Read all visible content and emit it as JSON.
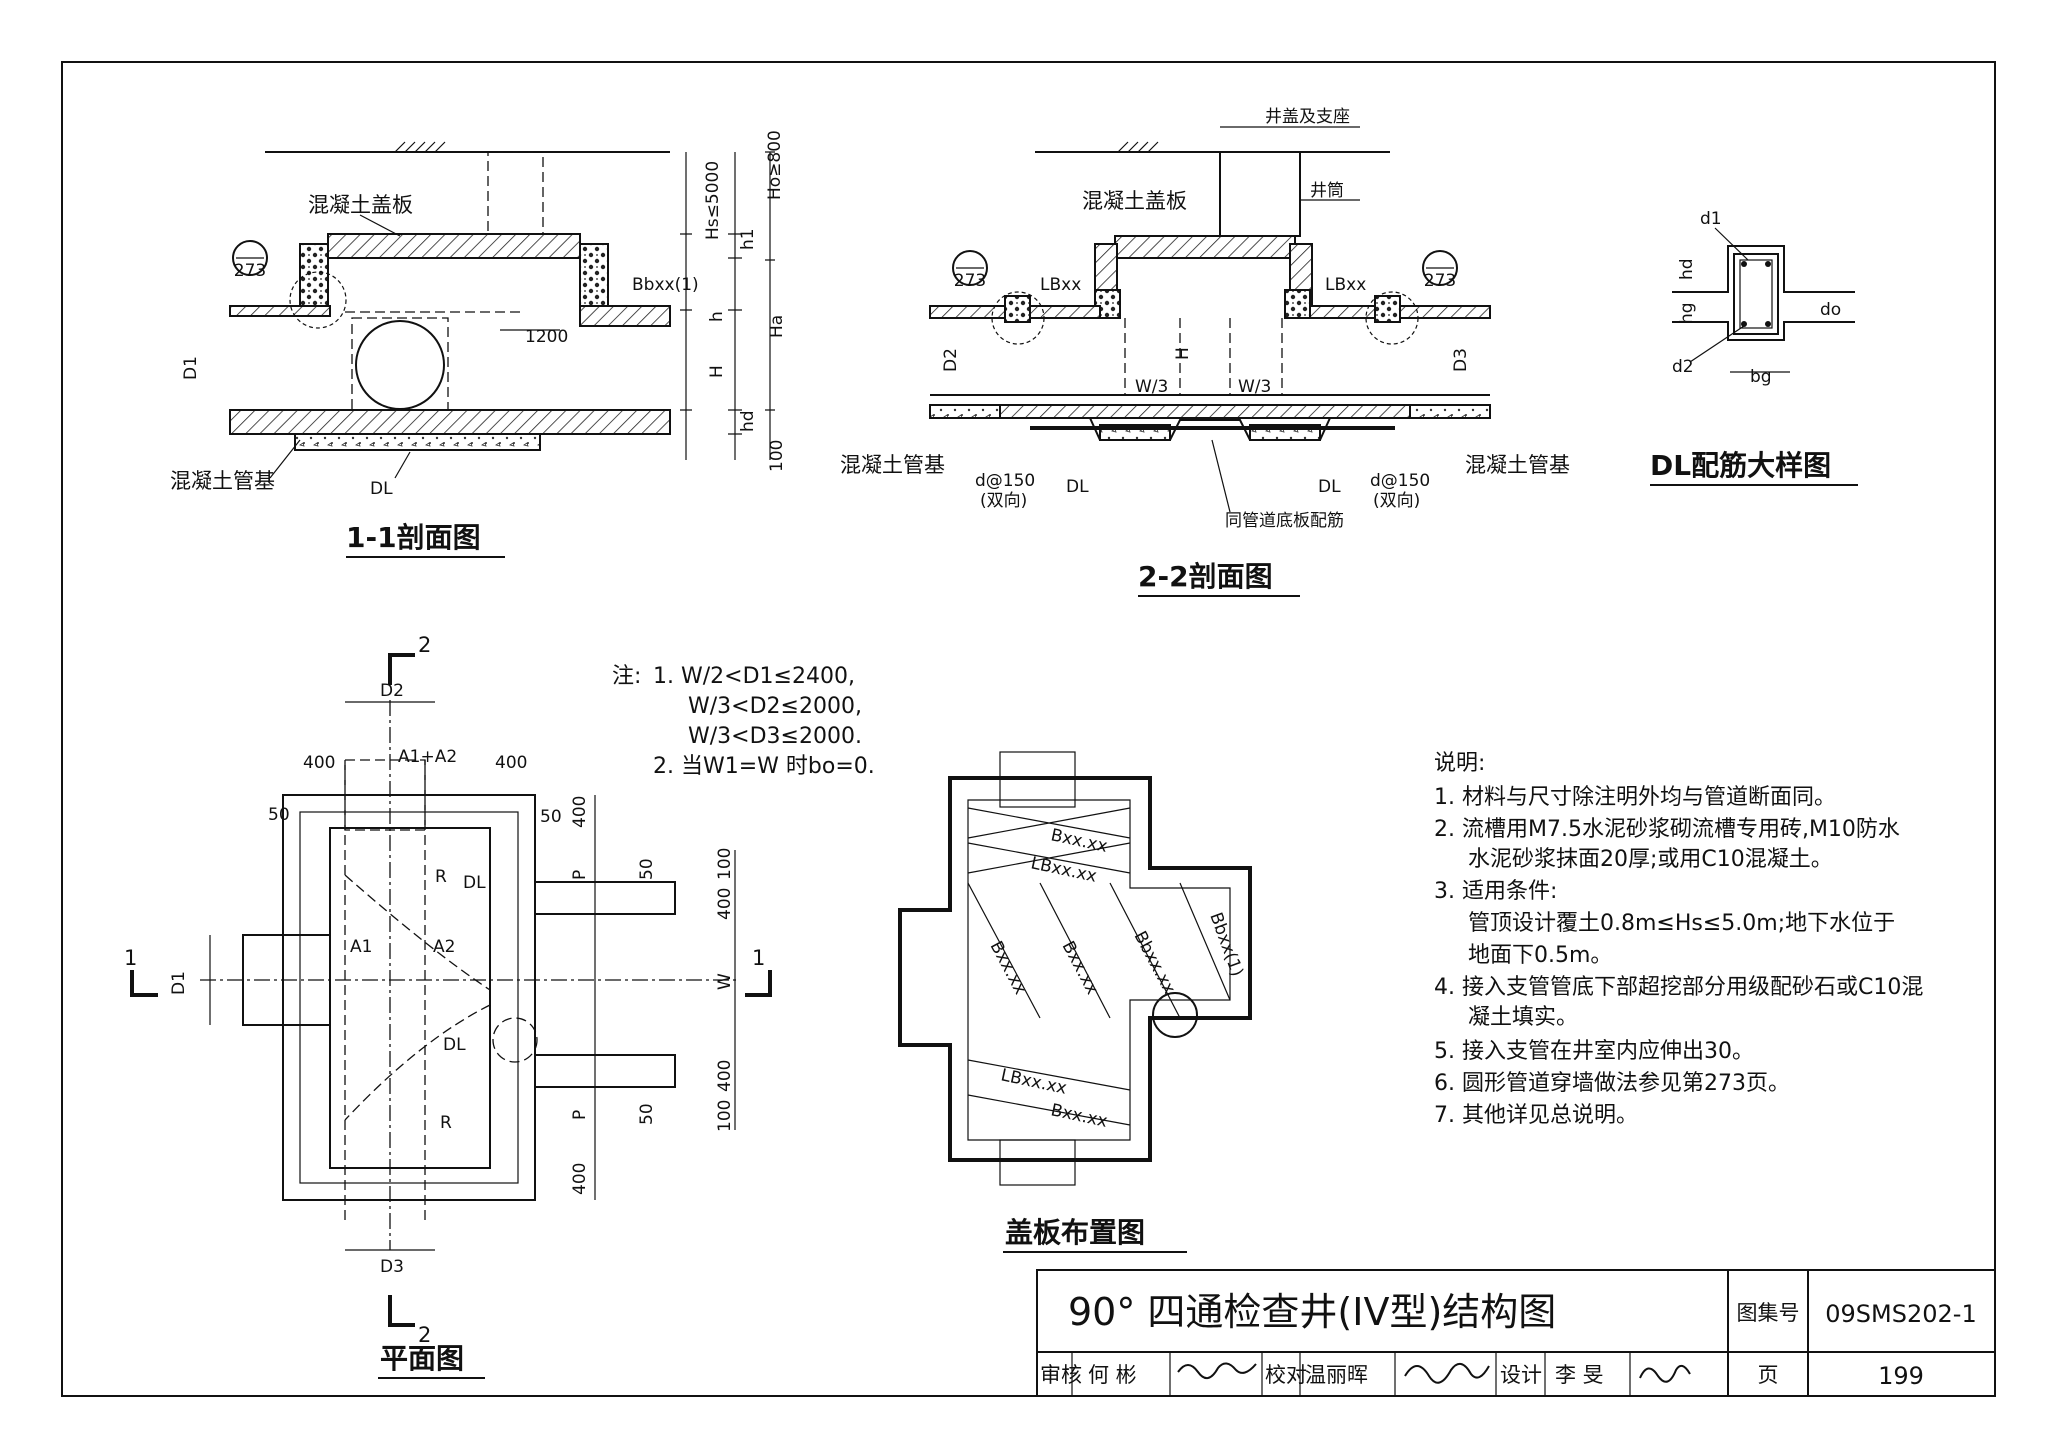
{
  "title": "90° 四通检查井(IV型)结构图",
  "atlas_no_label": "图集号",
  "atlas_no": "09SMS202-1",
  "page_label": "页",
  "page_no": "199",
  "signatures": {
    "review_label": "审核",
    "reviewer": "何 彬",
    "check_label": "校对",
    "checker": "温丽晖",
    "design_label": "设计",
    "designer": "李 旻"
  },
  "views": {
    "section_1_1": "1-1剖面图",
    "section_2_2": "2-2剖面图",
    "dl_detail": "DL配筋大样图",
    "plan": "平面图",
    "cover_layout": "盖板布置图"
  },
  "labels_1_1": {
    "cover": "混凝土盖板",
    "base": "混凝土管基",
    "dl": "DL",
    "bbxx": "Bbxx(1)",
    "ref": "273",
    "d1": "D1",
    "w1200": "1200",
    "hs": "Hs≤5000",
    "ho": "Ho≥800",
    "h1": "h1",
    "h": "h",
    "H": "H",
    "ha": "Ha",
    "hd": "hd",
    "d100": "100"
  },
  "labels_2_2": {
    "cover_seat": "井盖及支座",
    "shaft": "井筒",
    "cover": "混凝土盖板",
    "lbxx": "LBxx",
    "d2": "D2",
    "d3": "D3",
    "w3": "W/3",
    "H": "H",
    "base": "混凝土管基",
    "dl": "DL",
    "rebar": "d@150",
    "two_way": "(双向)",
    "same_rebar": "同管道底板配筋",
    "ref": "273"
  },
  "labels_dl": {
    "d1": "d1",
    "hd": "hd",
    "hg": "hg",
    "d2": "d2",
    "bg": "bg",
    "do": "do"
  },
  "plan_labels": {
    "sec2": "2",
    "sec1": "1",
    "d2": "D2",
    "d3": "D3",
    "d1": "D1",
    "a1a2": "A1+A2",
    "a1": "A1",
    "a2": "A2",
    "dim400": "400",
    "dim50": "50",
    "dim100": "100",
    "p": "P",
    "r": "R",
    "dl": "DL",
    "w": "W"
  },
  "cover_labels": [
    "Bxx.xx",
    "LBxx.xx",
    "Bxx.xx",
    "Bxx.xx",
    "Bbxx.xx",
    "Bbxx(1)",
    "LBxx.xx",
    "Bxx.xx"
  ],
  "note": {
    "head": "注:",
    "lines": [
      "1. W/2<D1≤2400,",
      "W/3<D2≤2000,",
      "W/3<D3≤2000.",
      "2. 当W1=W 时bo=0."
    ]
  },
  "explanation": {
    "head": "说明:",
    "lines": [
      "1. 材料与尺寸除注明外均与管道断面同。",
      "2. 流槽用M7.5水泥砂浆砌流槽专用砖,M10防水",
      "水泥砂浆抹面20厚;或用C10混凝土。",
      "3. 适用条件:",
      "管顶设计覆土0.8m≤Hs≤5.0m;地下水位于",
      "地面下0.5m。",
      "4. 接入支管管底下部超挖部分用级配砂石或C10混",
      "凝土填实。",
      "5. 接入支管在井室内应伸出30。",
      "6. 圆形管道穿墙做法参见第273页。",
      "7. 其他详见总说明。"
    ]
  }
}
